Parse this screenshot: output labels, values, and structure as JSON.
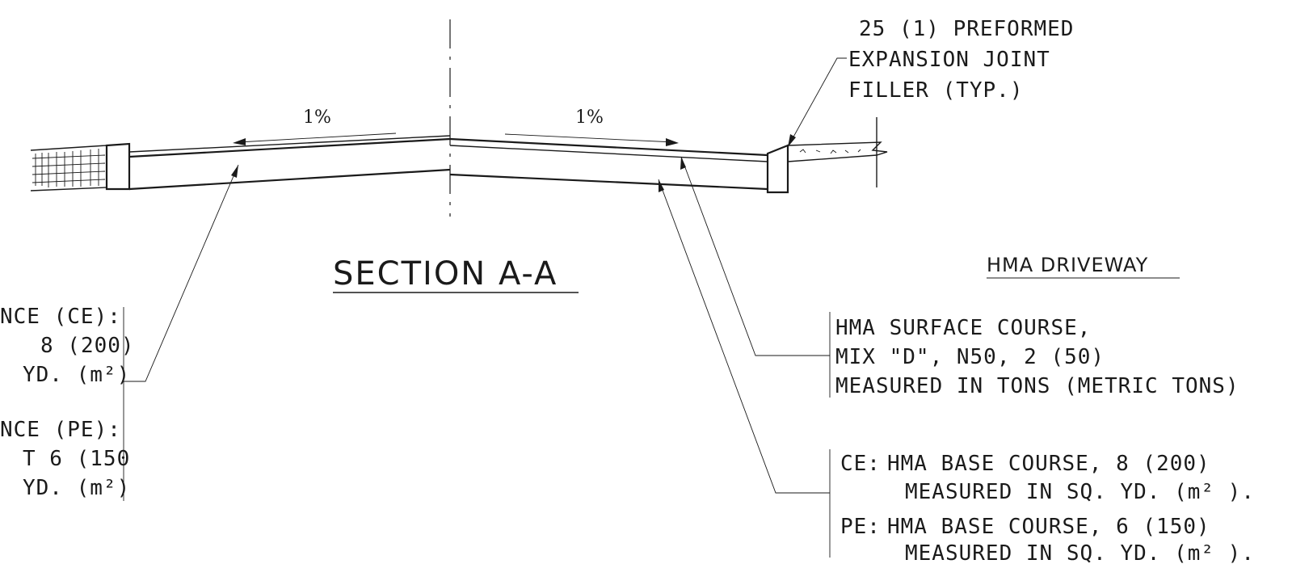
{
  "section_title": "SECTION A-A",
  "driveway_title": "HMA DRIVEWAY",
  "slopes": {
    "left": "1%",
    "right": "1%"
  },
  "joint_note": [
    "25 (1) PREFORMED",
    "EXPANSION JOINT",
    "FILLER (TYP.)"
  ],
  "surface_note": [
    "HMA SURFACE COURSE,",
    "MIX \"D\", N50, 2 (50)",
    "MEASURED IN TONS (METRIC TONS)"
  ],
  "ce_note": {
    "prefix": "CE:",
    "line1": "HMA BASE COURSE, 8 (200)",
    "line2": "MEASURED IN SQ. YD. (m² )."
  },
  "pe_note": {
    "prefix": "PE:",
    "line1": "HMA BASE COURSE, 6 (150)",
    "line2": "MEASURED IN SQ. YD. (m² )."
  },
  "left_note_ce": [
    "NCE (CE):",
    "8 (200)",
    "YD. (m²)"
  ],
  "left_note_pe": [
    "NCE (PE):",
    "T 6 (150",
    "YD. (m²)"
  ]
}
